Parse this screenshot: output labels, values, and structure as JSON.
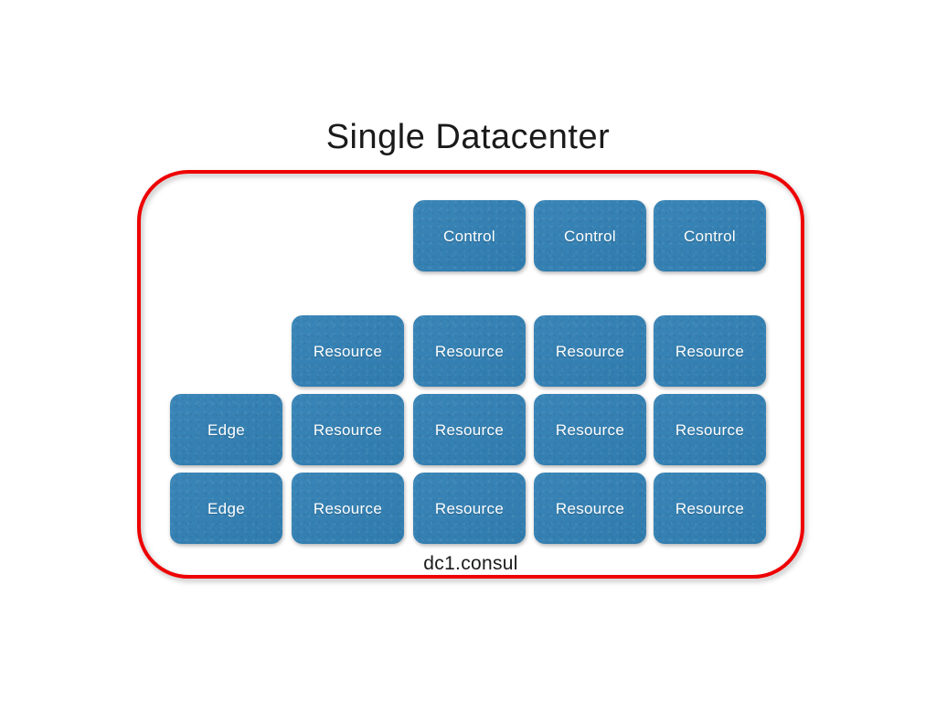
{
  "slide": {
    "title": "Single Datacenter",
    "background_color": "#ffffff"
  },
  "datacenter": {
    "caption": "dc1.consul",
    "boundary_color": "#ee0000",
    "node_color": "#3180b4",
    "node_text_color": "#ffffff"
  },
  "grid": {
    "columns": 5,
    "rows": [
      {
        "row_name": "control-plane-row",
        "nodes": [
          {
            "column": 3,
            "label": "Control"
          },
          {
            "column": 4,
            "label": "Control"
          },
          {
            "column": 5,
            "label": "Control"
          }
        ]
      },
      {
        "row_name": "resource-row-1",
        "nodes": [
          {
            "column": 2,
            "label": "Resource"
          },
          {
            "column": 3,
            "label": "Resource"
          },
          {
            "column": 4,
            "label": "Resource"
          },
          {
            "column": 5,
            "label": "Resource"
          }
        ]
      },
      {
        "row_name": "edge-resource-row-1",
        "nodes": [
          {
            "column": 1,
            "label": "Edge"
          },
          {
            "column": 2,
            "label": "Resource"
          },
          {
            "column": 3,
            "label": "Resource"
          },
          {
            "column": 4,
            "label": "Resource"
          },
          {
            "column": 5,
            "label": "Resource"
          }
        ]
      },
      {
        "row_name": "edge-resource-row-2",
        "nodes": [
          {
            "column": 1,
            "label": "Edge"
          },
          {
            "column": 2,
            "label": "Resource"
          },
          {
            "column": 3,
            "label": "Resource"
          },
          {
            "column": 4,
            "label": "Resource"
          },
          {
            "column": 5,
            "label": "Resource"
          }
        ]
      }
    ]
  }
}
